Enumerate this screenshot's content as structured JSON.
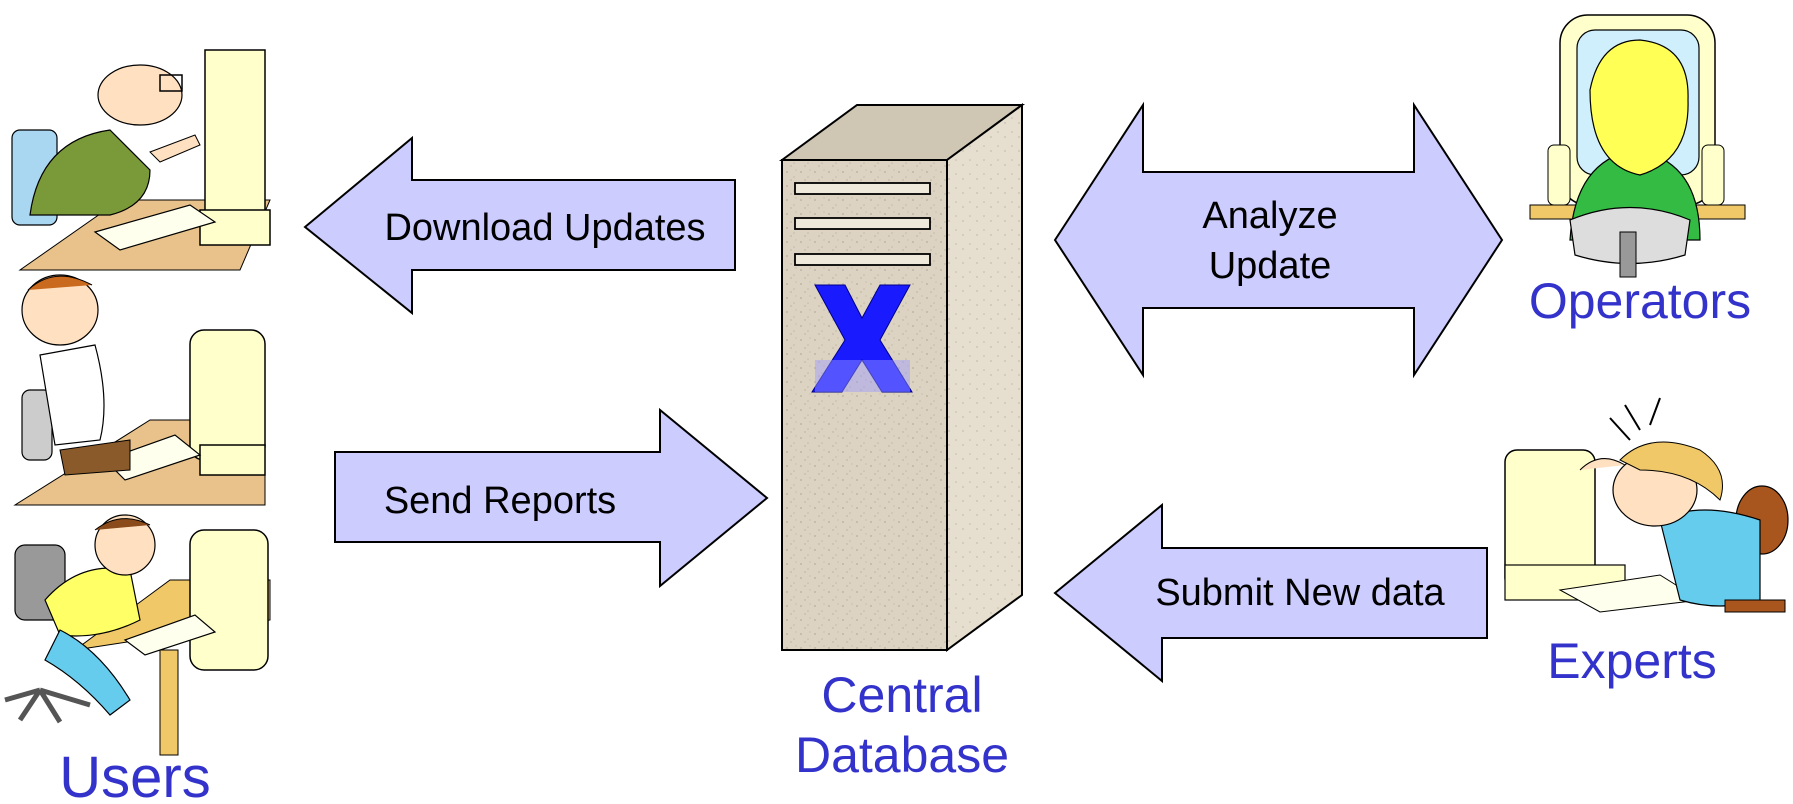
{
  "colors": {
    "arrow_fill": "#ccccff",
    "arrow_stroke": "#000000",
    "label_blue": "#3333cc",
    "server_face": "#dcd3c2",
    "server_side": "#e6dfd0",
    "logo_blue": "#1a1aff"
  },
  "icons": {
    "users": "computer-user-cartoon-icon",
    "operators": "operator-at-monitor-icon",
    "experts": "expert-at-computer-icon",
    "server": "server-tower-icon"
  },
  "arrows": {
    "download": "Download Updates",
    "send": "Send Reports",
    "analyze_line1": "Analyze",
    "analyze_line2": "Update",
    "submit": "Submit New data"
  },
  "labels": {
    "users": "Users",
    "operators": "Operators",
    "experts": "Experts",
    "central_line1": "Central",
    "central_line2": "Database"
  }
}
